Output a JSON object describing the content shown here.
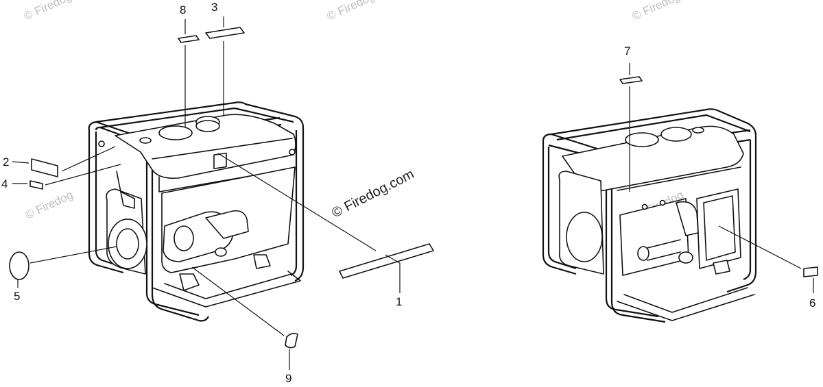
{
  "watermarks": {
    "main": "© Firedog.com",
    "faint": "© Firedog"
  },
  "callouts": {
    "c1": "1",
    "c2": "2",
    "c3": "3",
    "c4": "4",
    "c5": "5",
    "c6": "6",
    "c7": "7",
    "c8": "8",
    "c9": "9"
  },
  "colors": {
    "line": "#111111",
    "watermark": "#bdbdbd",
    "background": "#ffffff"
  }
}
